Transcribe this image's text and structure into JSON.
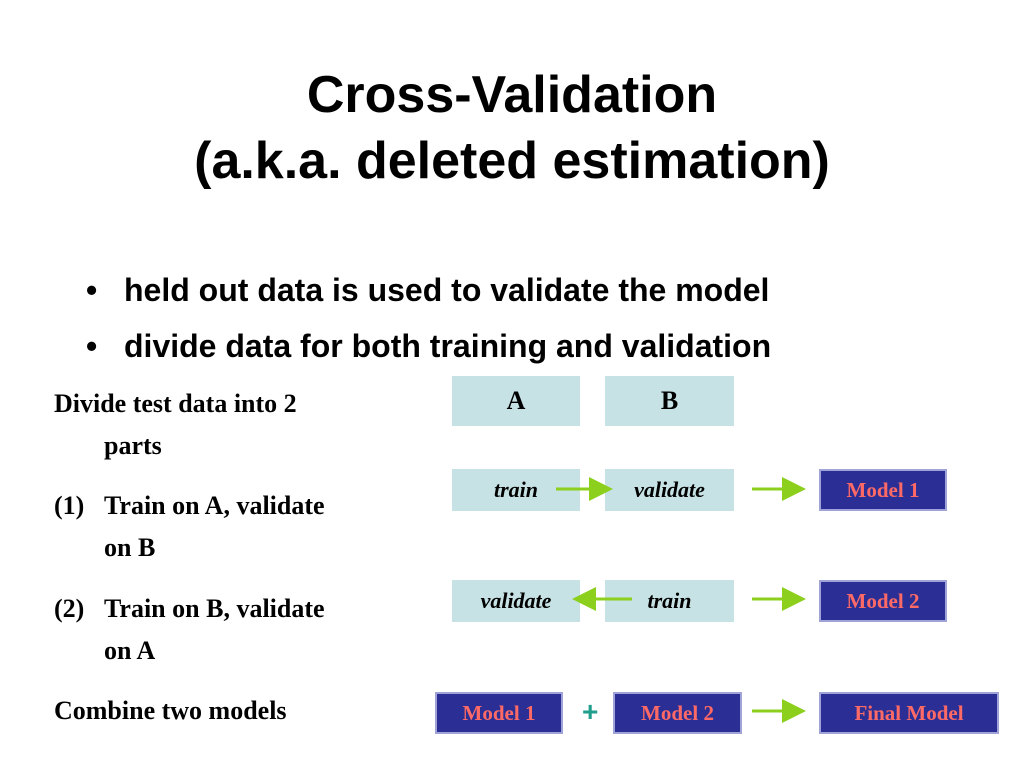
{
  "title": {
    "line1": "Cross-Validation",
    "line2": "(a.k.a. deleted estimation)"
  },
  "bullets": [
    "held out data is used to validate the model",
    "divide data for both training and validation"
  ],
  "bullet_symbol": "•",
  "steps": {
    "divide": {
      "line1": "Divide test data into 2",
      "line2": "parts"
    },
    "step1": {
      "num": "(1)",
      "line1": "Train on A, validate",
      "line2": "on B"
    },
    "step2": {
      "num": "(2)",
      "line1": "Train on B, validate",
      "line2": "on A"
    },
    "combine": "Combine two models"
  },
  "diagram": {
    "part_a": "A",
    "part_b": "B",
    "row1": {
      "left": "train",
      "right": "validate",
      "model": "Model 1"
    },
    "row2": {
      "left": "validate",
      "right": "train",
      "model": "Model 2"
    },
    "row3": {
      "model1": "Model 1",
      "plus": "+",
      "model2": "Model 2",
      "final": "Final Model"
    }
  },
  "colors": {
    "data_box": "#c6e2e4",
    "model_box": "#2b2f95",
    "model_text": "#ff6a66",
    "arrow": "#8ccf1c",
    "plus": "#1f9e8c"
  }
}
